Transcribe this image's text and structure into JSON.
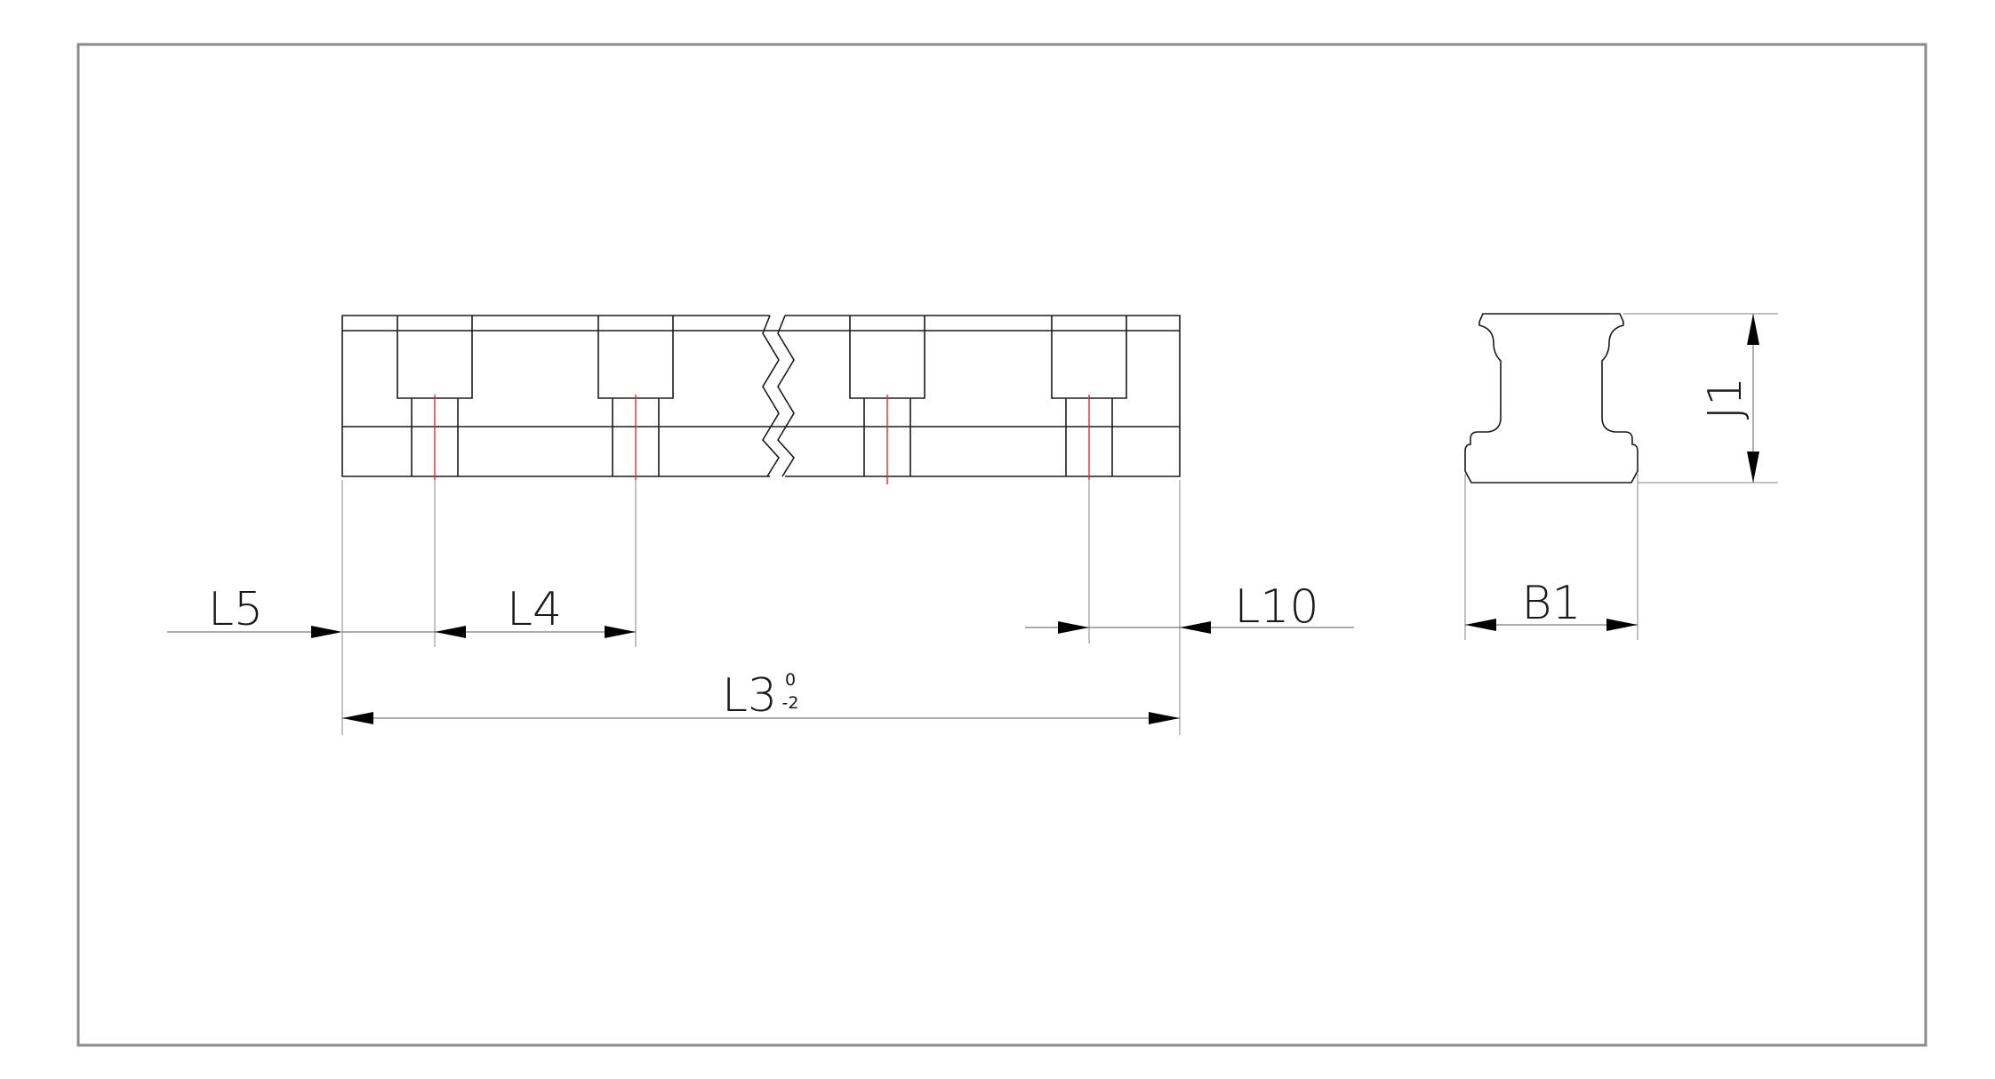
{
  "drawing": {
    "colors": {
      "frame": "#8a8a8a",
      "outline": "#1a1a1a",
      "centerline": "#e8282e",
      "dimension": "#7a7a7a",
      "arrowhead": "#000000"
    },
    "side_view": {
      "counterbores": 4,
      "break_mark": "zigzag"
    },
    "dimensions": {
      "l5": "L5",
      "l4": "L4",
      "l10": "L10",
      "l3": "L3",
      "l3_tol_upper": "0",
      "l3_tol_lower": "-2",
      "b1": "B1",
      "j1": "J1"
    }
  }
}
